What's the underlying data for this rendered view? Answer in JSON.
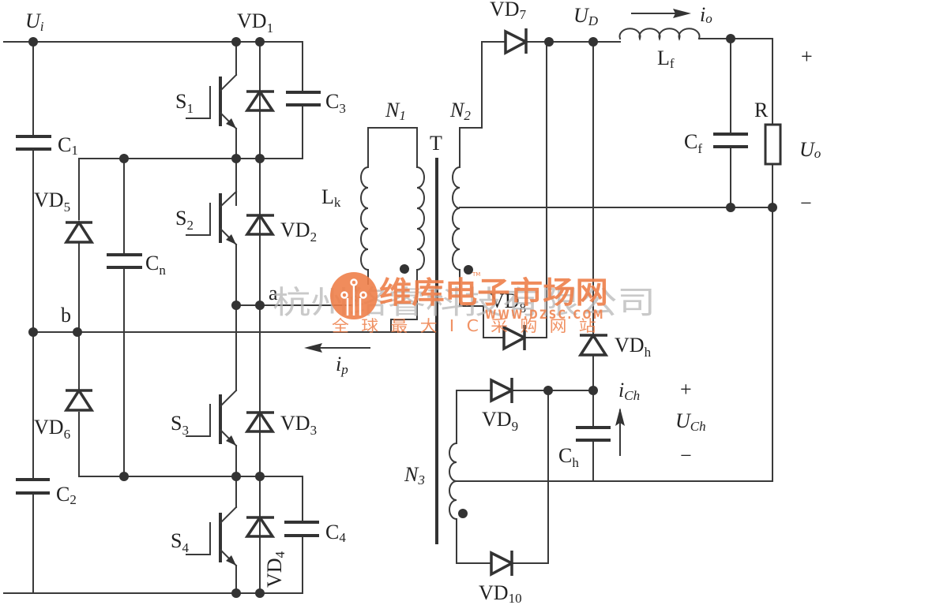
{
  "title": "Three-level ZVS full-bridge converter with clamping circuit",
  "labels": {
    "ui": "U",
    "ui_sub": "i",
    "vd1": "VD",
    "vd1_sub": "1",
    "vd2": "VD",
    "vd2_sub": "2",
    "vd3": "VD",
    "vd3_sub": "3",
    "vd4": "VD",
    "vd4_sub": "4",
    "vd5": "VD",
    "vd5_sub": "5",
    "vd6": "VD",
    "vd6_sub": "6",
    "vd7": "VD",
    "vd7_sub": "7",
    "vd8": "VD",
    "vd8_sub": "8",
    "vd9": "VD",
    "vd9_sub": "9",
    "vd10": "VD",
    "vd10_sub": "10",
    "vdh": "VD",
    "vdh_sub": "h",
    "s1": "S",
    "s1_sub": "1",
    "s2": "S",
    "s2_sub": "2",
    "s3": "S",
    "s3_sub": "3",
    "s4": "S",
    "s4_sub": "4",
    "c1": "C",
    "c1_sub": "1",
    "c2": "C",
    "c2_sub": "2",
    "c3": "C",
    "c3_sub": "3",
    "c4": "C",
    "c4_sub": "4",
    "cn": "C",
    "cn_sub": "n",
    "cf": "C",
    "cf_sub": "f",
    "ch": "C",
    "ch_sub": "h",
    "lk": "L",
    "lk_sub": "k",
    "lf": "L",
    "lf_sub": "f",
    "n1": "N",
    "n1_sub": "1",
    "n2": "N",
    "n2_sub": "2",
    "n3": "N",
    "n3_sub": "3",
    "t": "T",
    "r": "R",
    "ud": "U",
    "ud_sub": "D",
    "uo": "U",
    "uo_sub": "o",
    "io": "i",
    "io_sub": "o",
    "ip": "i",
    "ip_sub": "p",
    "ich": "i",
    "ich_sub": "Ch",
    "uch": "U",
    "uch_sub": "Ch",
    "node_a": "a",
    "node_b": "b",
    "plus": "+",
    "minus": "−"
  },
  "watermark": {
    "company": "杭州络睿科技有限公司",
    "brand": "维库电子市场网",
    "url": "WWW.DZSC.COM",
    "slogan": "全球最大IC采购网站",
    "tm": "TM",
    "brand_color": "#ee7f4a"
  }
}
